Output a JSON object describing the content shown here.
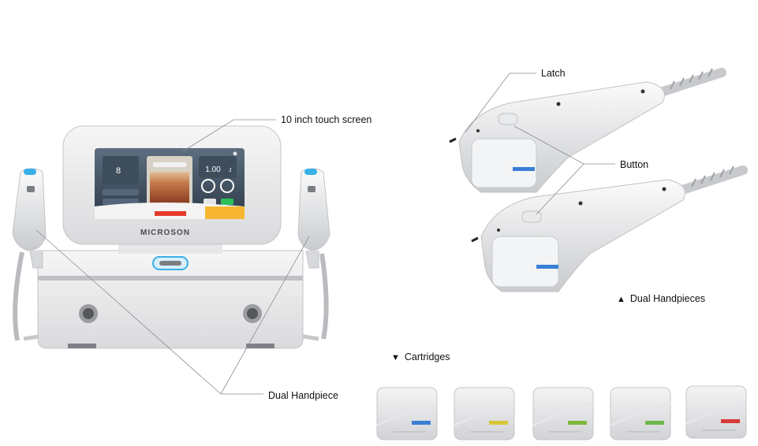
{
  "callouts": {
    "screen": "10 inch touch screen",
    "dual_handpiece": "Dual Handpiece",
    "latch": "Latch",
    "button": "Button"
  },
  "sections": {
    "handpieces": {
      "marker": "▲",
      "label": "Dual Handpieces"
    },
    "cartridges": {
      "marker": "▼",
      "label": "Cartridges"
    }
  },
  "device": {
    "brand": "MICROSON",
    "screen": {
      "left_value": "8",
      "right_value": "1.00",
      "right_unit": "J"
    }
  },
  "cartridge_colors": [
    "#3a7fd6",
    "#d8c63a",
    "#7ab83a",
    "#6fb84a",
    "#d83a3a"
  ],
  "accent_color": "#3ab0e8"
}
